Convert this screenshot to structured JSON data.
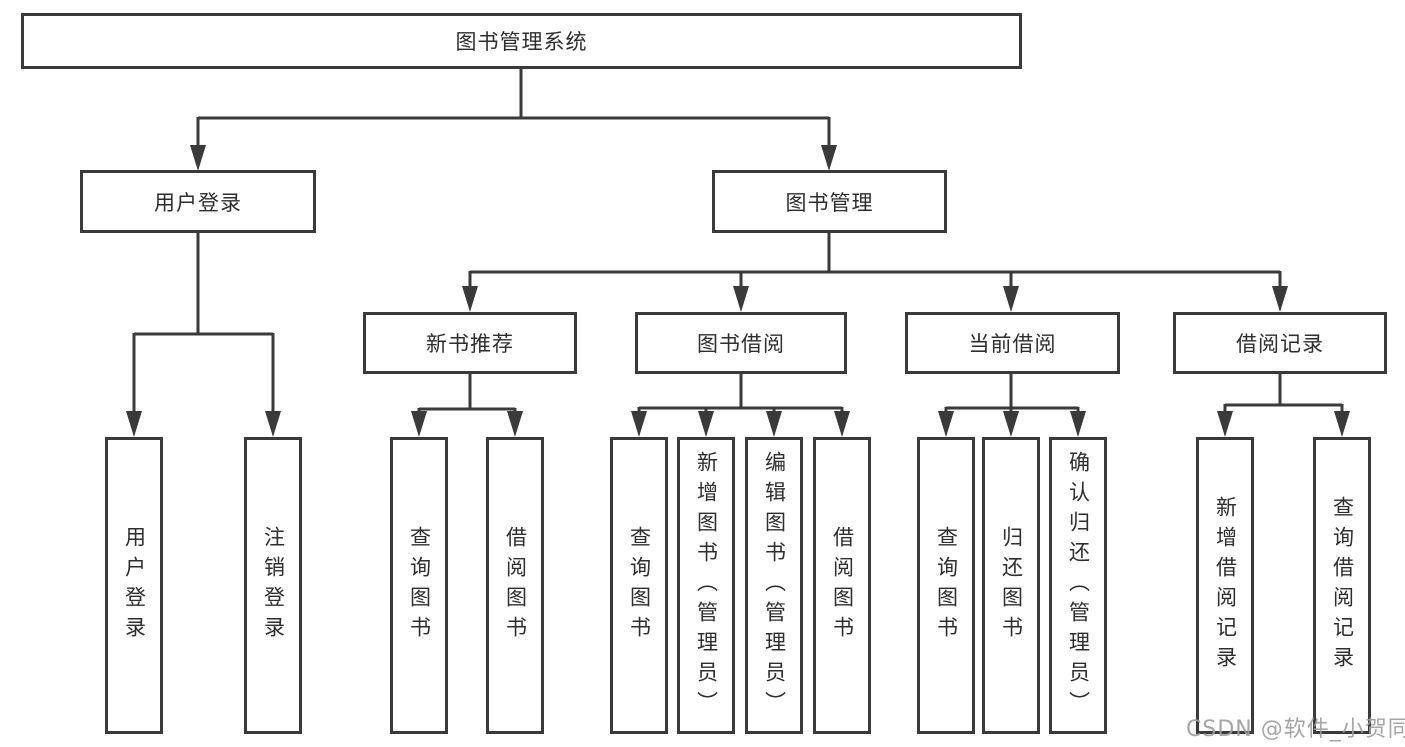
{
  "tree": {
    "root": "图书管理系统",
    "level2": [
      "用户登录",
      "图书管理"
    ],
    "level3": [
      "新书推荐",
      "图书借阅",
      "当前借阅",
      "借阅记录"
    ],
    "leaves": {
      "login": [
        "用户登录",
        "注销登录"
      ],
      "recommend": [
        "查询图书",
        "借阅图书"
      ],
      "borrow": [
        "查询图书",
        "新增图书（管理员）",
        "编辑图书（管理员）",
        "借阅图书"
      ],
      "current": [
        "查询图书",
        "归还图书",
        "确认归还（管理员）"
      ],
      "records": [
        "新增借阅记录",
        "查询借阅记录"
      ]
    }
  },
  "watermark": "CSDN @软件_小贺同学",
  "colors": {
    "line": "#3a3a3a",
    "text": "#2e2e2e",
    "watermark": "#9e9e9e",
    "background": "#ffffff"
  }
}
